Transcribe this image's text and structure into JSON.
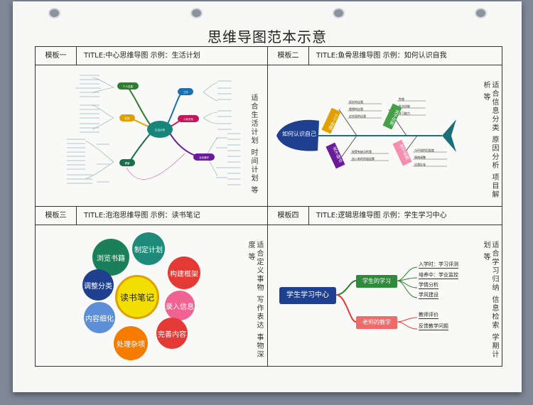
{
  "page": {
    "title": "思维导图范本示意"
  },
  "panels": [
    {
      "name": "模板一",
      "title": "TITLE:中心思维导图   示例：生活计划",
      "note": "适合生活计划  时间计划  等",
      "center": "生活计划",
      "branches": [
        "个人发展",
        "财务",
        "健康",
        "工作",
        "人际关系",
        "业余爱好"
      ]
    },
    {
      "name": "模板二",
      "title": "TITLE:鱼骨思维导图   示例：如何认识自我",
      "note": "适合信息分类  原因分析  项目解析  等",
      "head": "如何认识自己",
      "bones": [
        {
          "label": "三个自我",
          "items": [
            "现实的自我",
            "理想的自我",
            "应实现的自我"
          ]
        },
        {
          "label": "关于优势",
          "items": [
            "性格",
            "专业技能",
            "学习能力"
          ]
        },
        {
          "label": "关于缺点",
          "items": [
            "接受有缺点的我",
            "加入新的积极因素"
          ]
        },
        {
          "label": "关于劣势",
          "items": [
            "与环境的匹配度",
            "情绪调整",
            "自我反省"
          ]
        }
      ]
    },
    {
      "name": "模板三",
      "title": "TITLE:泡泡思维导图   示例：读书笔记",
      "note": "适合定义事物  写作表达  事物深度  等",
      "center": "读书笔记",
      "bubbles": [
        "制定计划",
        "构建框架",
        "录入信息",
        "完善内容",
        "处理杂项",
        "内容细化",
        "调整分类",
        "浏览书籍"
      ]
    },
    {
      "name": "模板四",
      "title": "TITLE:逻辑思维导图   示例：学生学习中心",
      "note": "适合学习归纳  信息检索  学期计划  等",
      "root": "学生学习中心",
      "branches": [
        {
          "label": "学生的学习",
          "items": [
            "入学时：学习评测",
            "培养中：学业监控",
            "学情分析",
            "学风建设"
          ]
        },
        {
          "label": "老师的教学",
          "items": [
            "教师评价",
            "反馈教学问题"
          ]
        }
      ]
    }
  ]
}
